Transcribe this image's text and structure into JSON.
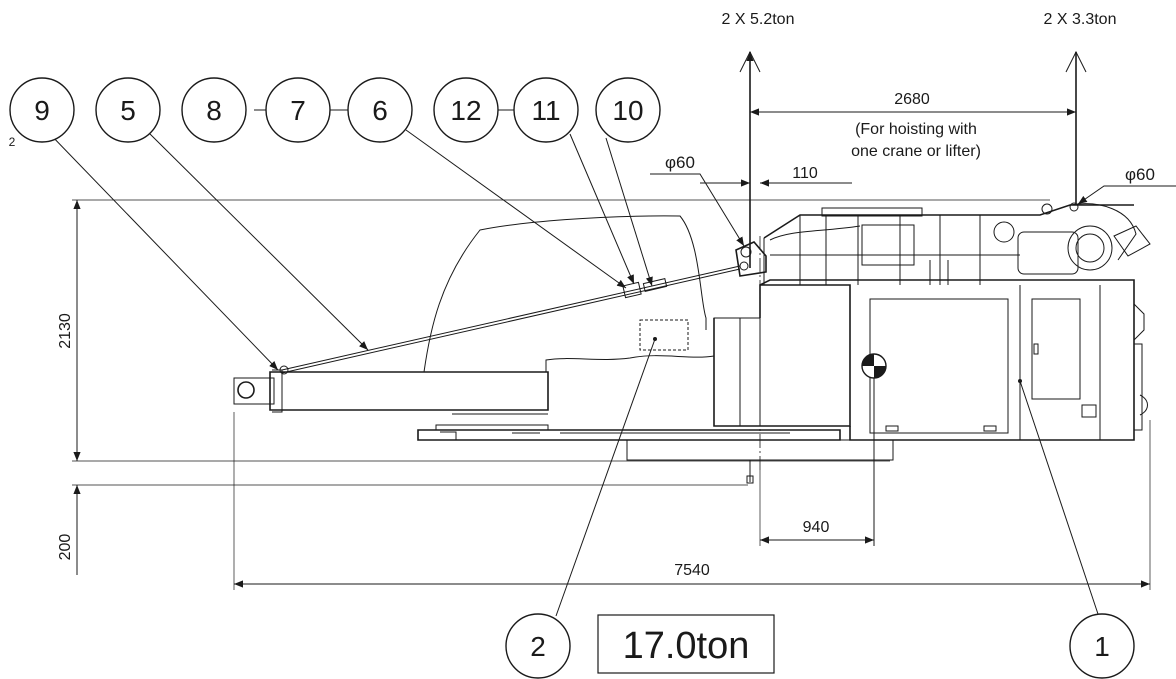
{
  "callouts": {
    "c9": "9",
    "c5": "5",
    "c8": "8",
    "c7": "7",
    "c6": "6",
    "c12": "12",
    "c11": "11",
    "c10": "10",
    "c2": "2",
    "c1": "1"
  },
  "stray_mark": "2",
  "lifting": {
    "front_load": "2 X 5.2ton",
    "rear_load": "2 X 3.3ton"
  },
  "dimensions": {
    "hoist_span": "2680",
    "hoist_note_line1": "(For hoisting with",
    "hoist_note_line2": "one crane or lifter)",
    "hole_front": "φ60",
    "hole_rear": "φ60",
    "offset": "110",
    "height": "2130",
    "ground_clearance": "200",
    "cog_distance": "940",
    "overall_length": "7540"
  },
  "total_weight": "17.0ton"
}
